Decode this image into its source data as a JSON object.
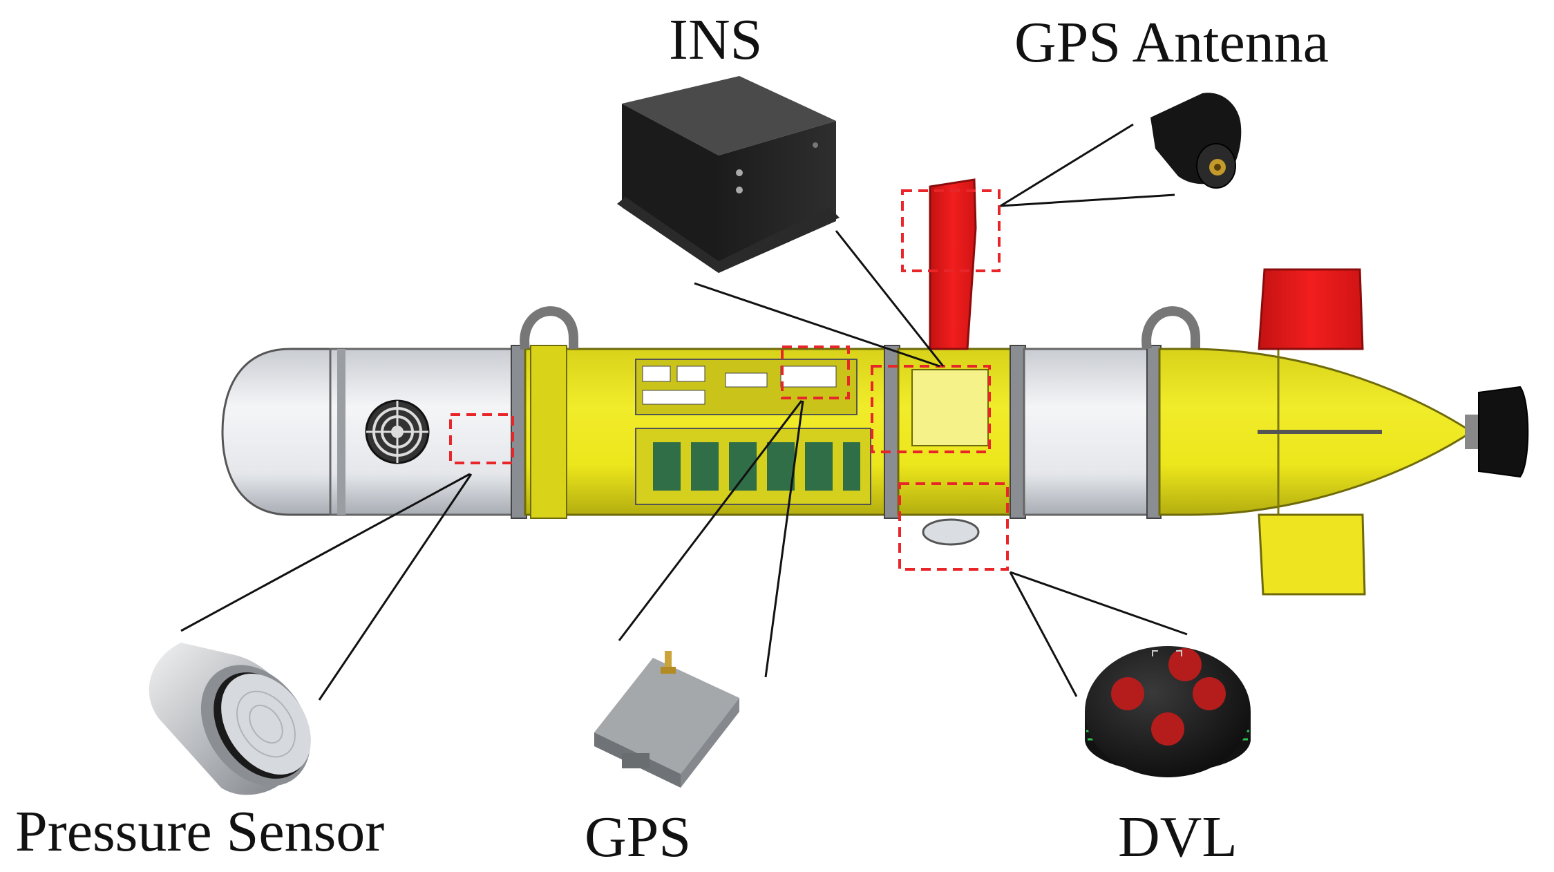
{
  "labels": {
    "ins": "INS",
    "gps_antenna": "GPS Antenna",
    "pressure_sensor": "Pressure Sensor",
    "gps": "GPS",
    "dvl": "DVL"
  },
  "colors": {
    "hull_yellow": "#efe91a",
    "fin_red": "#ee1b1b",
    "highlight_box": "#e8262a",
    "leader_line": "#111111",
    "nose_grey": "#e4e6ea"
  },
  "icons": {
    "ins": "ins-unit-icon",
    "gps_antenna": "antenna-icon",
    "pressure_sensor": "pressure-sensor-icon",
    "gps": "gps-module-icon",
    "dvl": "dvl-sensor-icon"
  }
}
